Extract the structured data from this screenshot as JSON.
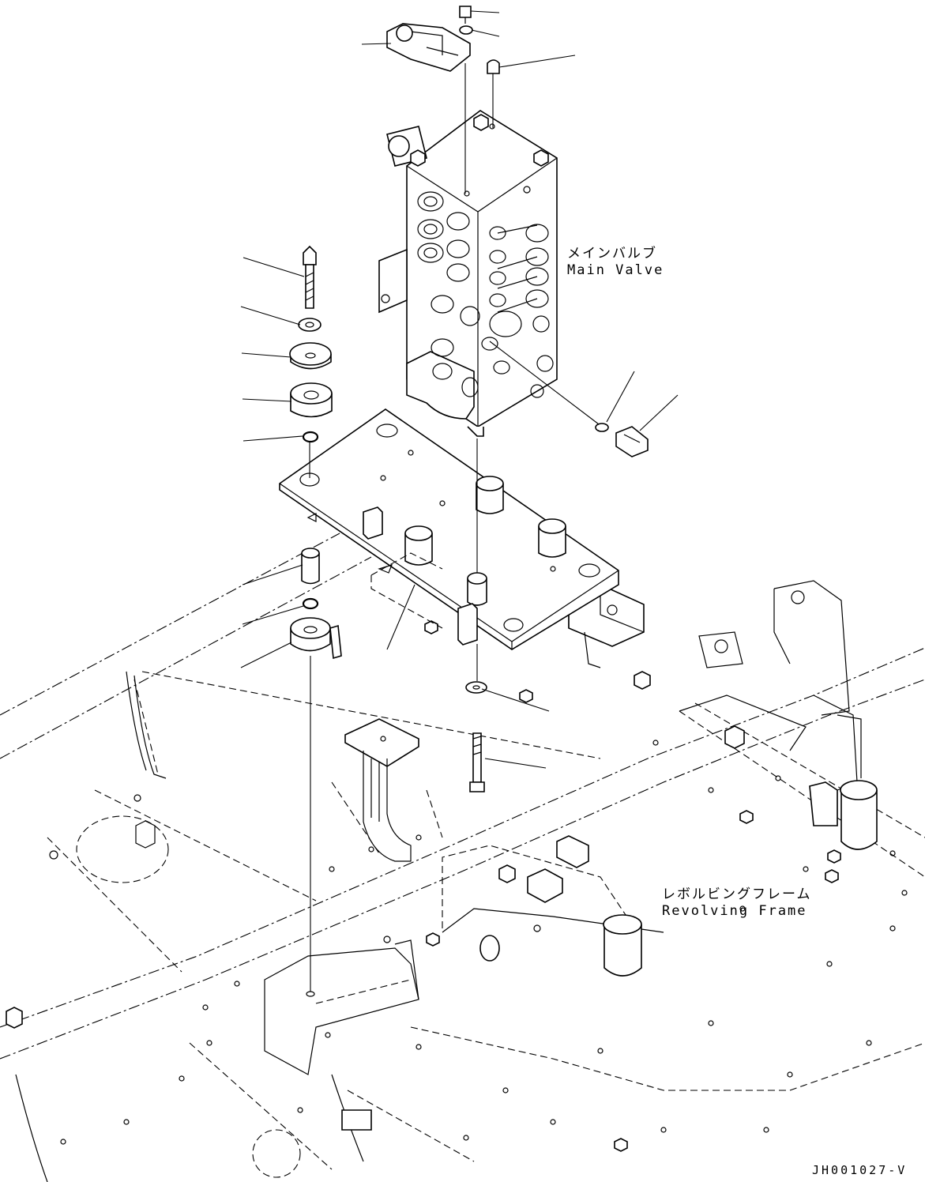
{
  "labels": {
    "main_valve_jp": "メインバルブ",
    "main_valve_en": "Main Valve",
    "frame_jp": "レボルビングフレーム",
    "frame_en": "Revolving Frame"
  },
  "drawing_code": "JH001027-V"
}
